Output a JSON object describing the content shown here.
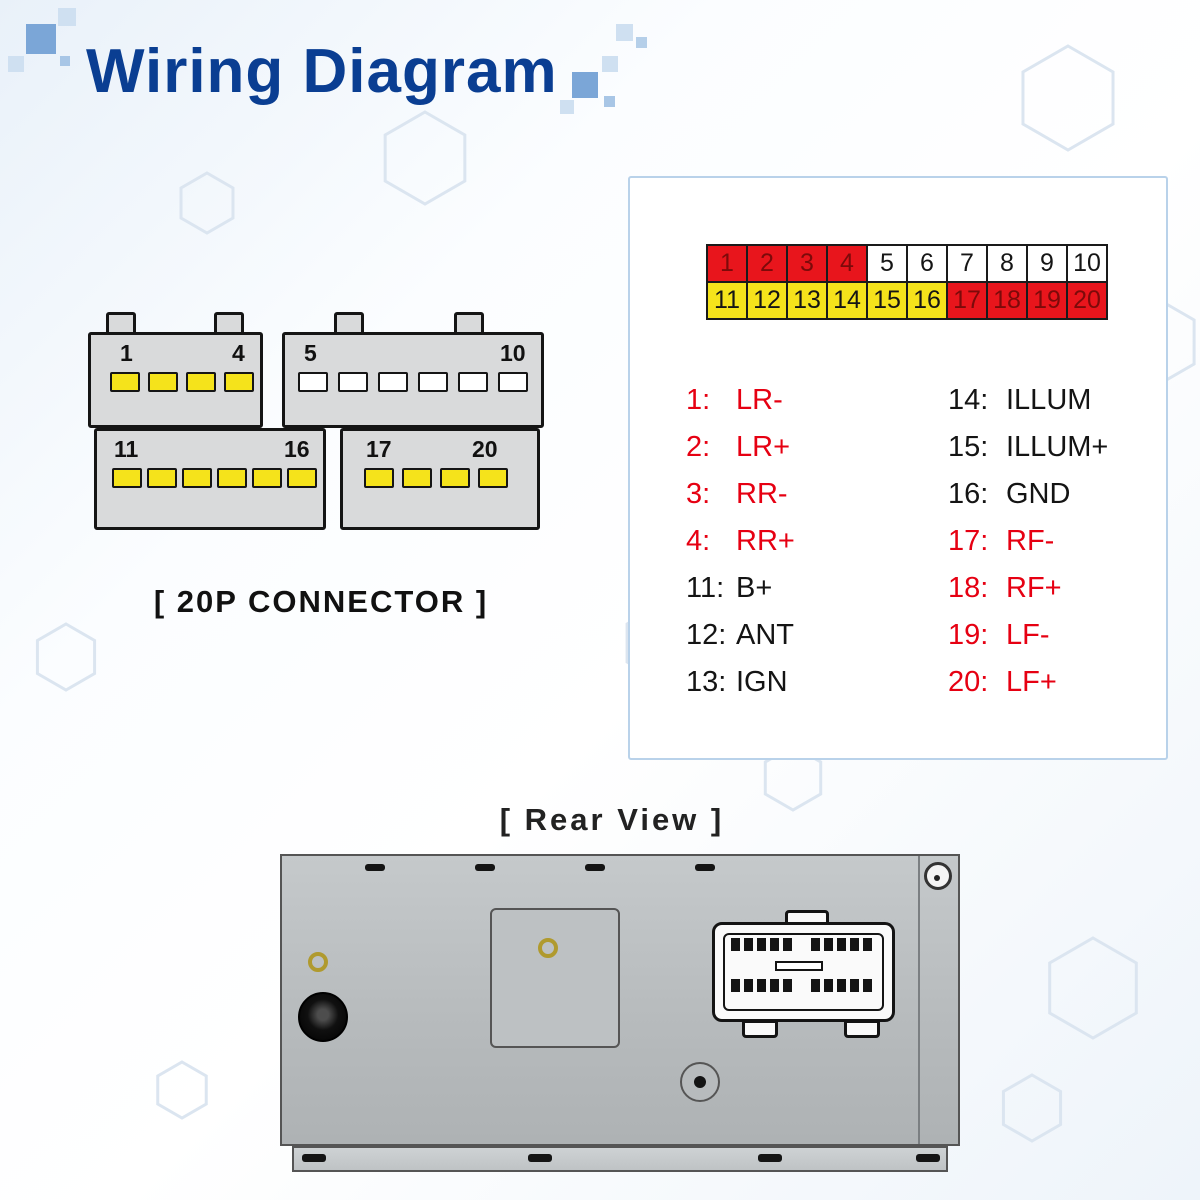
{
  "title": "Wiring Diagram",
  "connector": {
    "label": "[ 20P CONNECTOR ]",
    "top_left": {
      "first": "1",
      "last": "4"
    },
    "top_right": {
      "first": "5",
      "last": "10"
    },
    "bottom_left": {
      "first": "11",
      "last": "16"
    },
    "bottom_right": {
      "first": "17",
      "last": "20"
    }
  },
  "rear_view_label": "[ Rear View ]",
  "pin_grid": {
    "row1": [
      "1",
      "2",
      "3",
      "4",
      "5",
      "6",
      "7",
      "8",
      "9",
      "10"
    ],
    "row2": [
      "11",
      "12",
      "13",
      "14",
      "15",
      "16",
      "17",
      "18",
      "19",
      "20"
    ]
  },
  "pinout": {
    "left": [
      {
        "num": "1:",
        "label": "LR-",
        "color": "red"
      },
      {
        "num": "2:",
        "label": "LR+",
        "color": "red"
      },
      {
        "num": "3:",
        "label": "RR-",
        "color": "red"
      },
      {
        "num": "4:",
        "label": "RR+",
        "color": "red"
      },
      {
        "num": "11:",
        "label": "B+",
        "color": "black"
      },
      {
        "num": "12:",
        "label": "ANT",
        "color": "black"
      },
      {
        "num": "13:",
        "label": "IGN",
        "color": "black"
      }
    ],
    "right": [
      {
        "num": "14:",
        "label": "ILLUM",
        "color": "black"
      },
      {
        "num": "15:",
        "label": "ILLUM+",
        "color": "black"
      },
      {
        "num": "16:",
        "label": "GND",
        "color": "black"
      },
      {
        "num": "17:",
        "label": "RF-",
        "color": "red"
      },
      {
        "num": "18:",
        "label": "RF+",
        "color": "red"
      },
      {
        "num": "19:",
        "label": "LF-",
        "color": "red"
      },
      {
        "num": "20:",
        "label": "LF+",
        "color": "red"
      }
    ]
  },
  "colors": {
    "title_blue": "#0a3e92",
    "red_text": "#e60012",
    "cell_red": "#e8151c",
    "cell_yellow": "#f5e31b",
    "pin_yellow": "#f5e31b",
    "panel_border": "#b9d2ea"
  }
}
